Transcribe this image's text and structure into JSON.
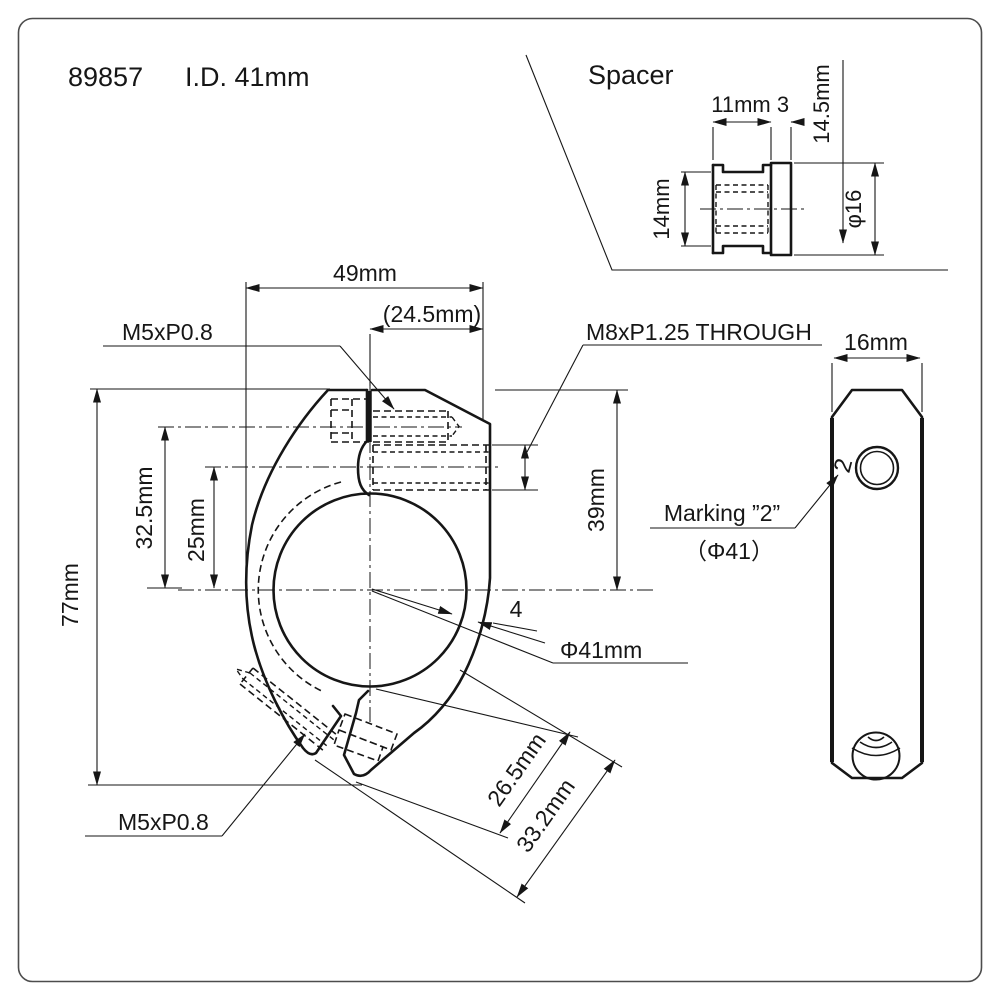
{
  "colors": {
    "line": "#161616",
    "border": "#4d4d4d",
    "background": "#ffffff"
  },
  "title": {
    "part_number": "89857",
    "inner_diameter": "I.D. 41mm"
  },
  "spacer_view": {
    "label": "Spacer",
    "dim_body_length": "11mm",
    "dim_flange_width": "3",
    "dim_overall_length": "14.5mm",
    "dim_body_height": "14mm",
    "dim_flange_diameter": "φ16"
  },
  "front_view": {
    "dim_overall_width": "49mm",
    "dim_half_width": "(24.5mm)",
    "label_m5_top": "M5xP0.8",
    "label_m8_through": "M8xP1.25 THROUGH",
    "dim_overall_height": "77mm",
    "dim_center_to_m5": "32.5mm",
    "dim_center_to_m8": "25mm",
    "dim_top_to_center": "39mm",
    "dim_wall_thickness": "4",
    "dim_bore_diameter": "Φ41mm",
    "dim_arm_inner": "26.5mm",
    "dim_arm_outer": "33.2mm",
    "label_m5_bottom": "M5xP0.8"
  },
  "side_view": {
    "dim_width": "16mm",
    "label_marking": "Marking ”2”",
    "label_marking_diameter": "（Φ41）",
    "marking_glyph": "2"
  }
}
